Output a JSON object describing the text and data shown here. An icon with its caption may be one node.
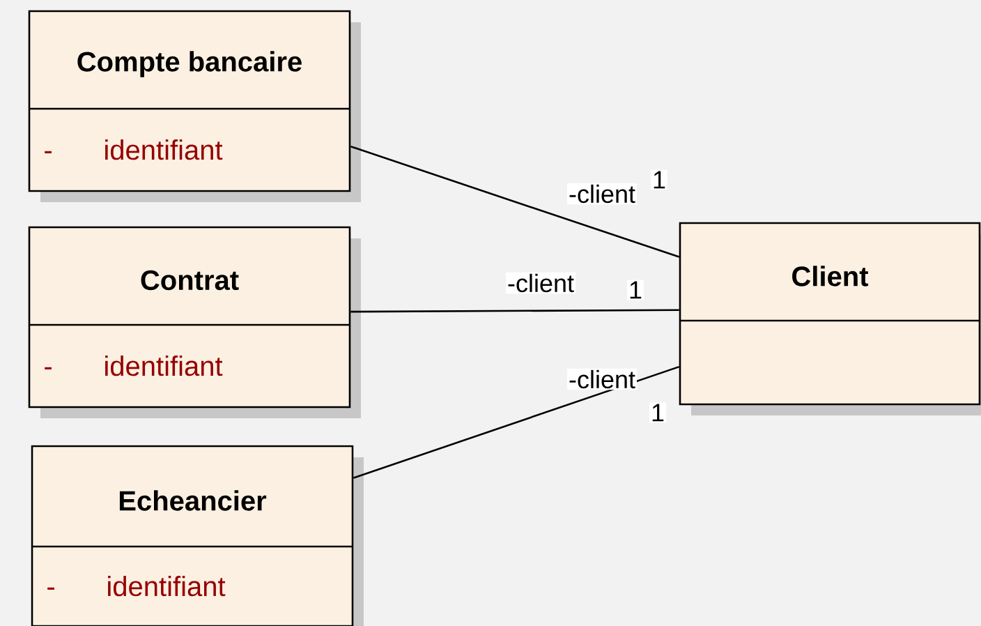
{
  "diagram": {
    "nodes": [
      {
        "text": [
          "Compte bancaire",
          "-",
          "identifiant"
        ]
      },
      {
        "text": [
          "Contrat",
          "-",
          "identifiant"
        ]
      },
      {
        "text": [
          "Echeancier",
          "-",
          "identifiant"
        ]
      },
      {
        "text": [
          "Client"
        ]
      }
    ],
    "edges": [
      {
        "from": 0,
        "to": 3,
        "arrow": "none",
        "label": "-client"
      },
      {
        "from": 1,
        "to": 3,
        "arrow": "none",
        "label": "-client"
      },
      {
        "from": 2,
        "to": 3,
        "arrow": "none",
        "label": "-client"
      }
    ],
    "labels": [
      "1",
      "1",
      "1"
    ]
  }
}
